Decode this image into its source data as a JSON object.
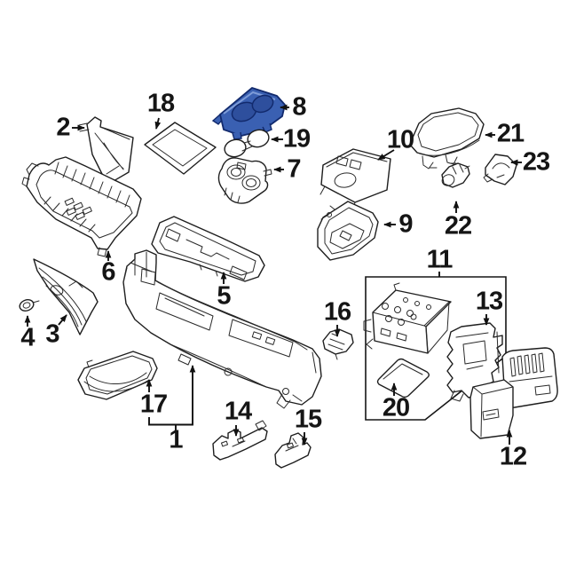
{
  "diagram": {
    "description": "Exploded parts diagram of a vehicle floor center console assembly with numbered callouts",
    "background_color": "#ffffff",
    "line_color": "#1e1e1e",
    "highlighted_part": "8",
    "highlight_fill": "#3a60b2",
    "highlight_recess_fill": "#2e4f9d",
    "highlight_stroke": "#122a6d",
    "grouping_box_part": "11",
    "labels": [
      "1",
      "2",
      "3",
      "4",
      "5",
      "6",
      "7",
      "8",
      "9",
      "10",
      "11",
      "12",
      "13",
      "14",
      "15",
      "16",
      "17",
      "18",
      "19",
      "20",
      "21",
      "22",
      "23"
    ]
  }
}
